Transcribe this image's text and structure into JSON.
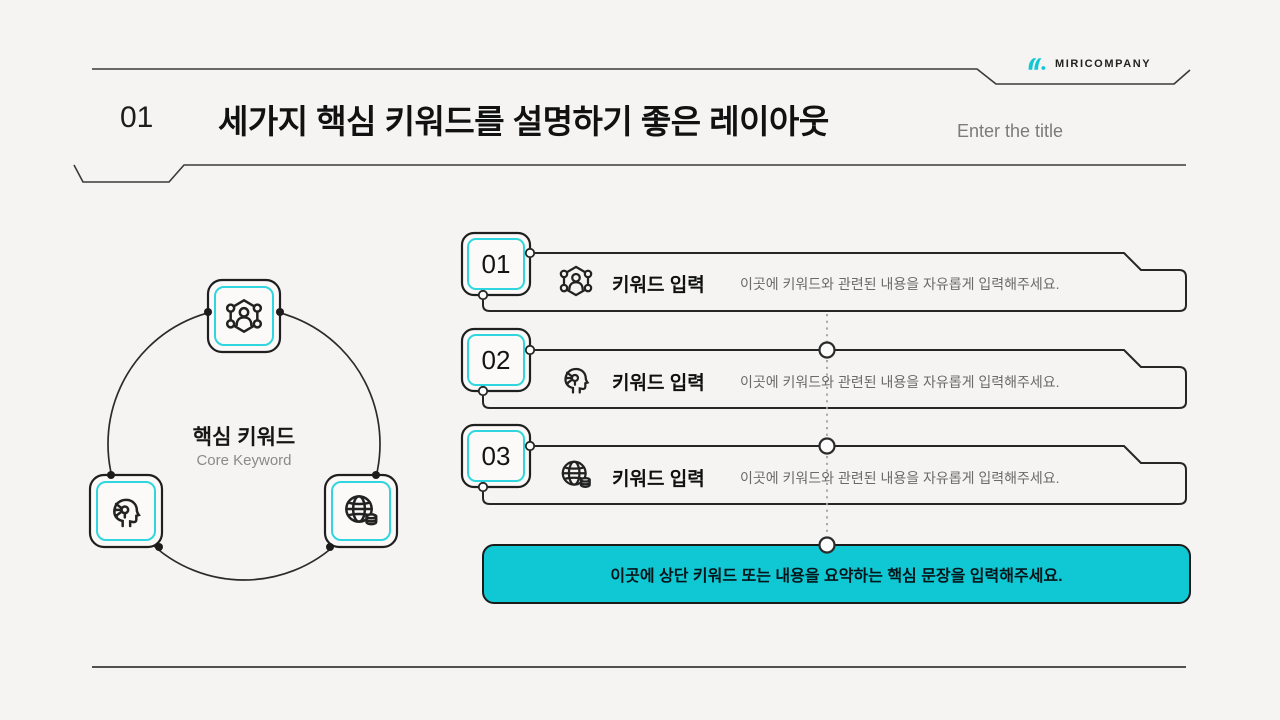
{
  "brand": {
    "company": "MIRICOMPANY",
    "accent_color": "#10c8d3",
    "logo_icon": "miri-logo-icon"
  },
  "header": {
    "index": "01",
    "title": "세가지 핵심 키워드를 설명하기 좋은 레이아웃",
    "title_placeholder": "Enter the title"
  },
  "diagram": {
    "title": "핵심 키워드",
    "subtitle": "Core Keyword",
    "nodes": [
      {
        "icon": "network-user-icon"
      },
      {
        "icon": "ai-head-icon"
      },
      {
        "icon": "globe-database-icon"
      }
    ]
  },
  "rows": [
    {
      "number": "01",
      "icon": "network-user-icon",
      "label": "키워드 입력",
      "description": "이곳에 키워드와 관련된 내용을 자유롭게 입력해주세요."
    },
    {
      "number": "02",
      "icon": "ai-head-icon",
      "label": "키워드 입력",
      "description": "이곳에 키워드와 관련된 내용을 자유롭게 입력해주세요."
    },
    {
      "number": "03",
      "icon": "globe-database-icon",
      "label": "키워드 입력",
      "description": "이곳에 키워드와 관련된 내용을 자유롭게 입력해주세요."
    }
  ],
  "summary": {
    "text": "이곳에 상단 키워드 또는 내용을 요약하는 핵심 문장을 입력해주세요."
  }
}
